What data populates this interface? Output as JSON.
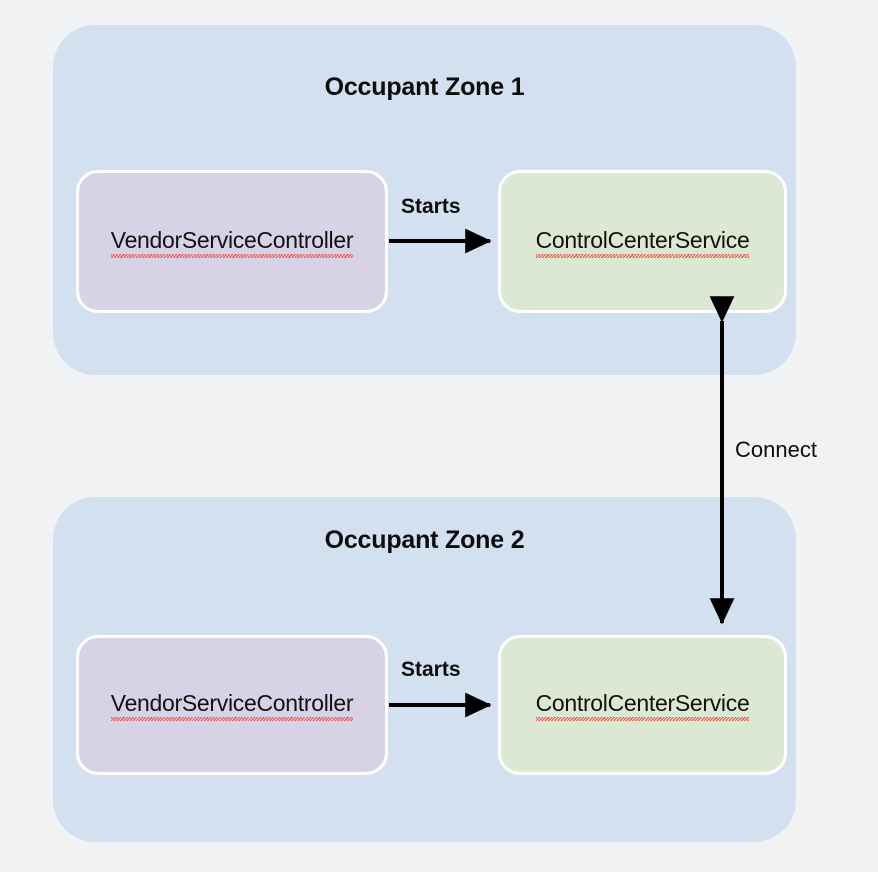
{
  "diagram": {
    "background_color": "#f1f2f4",
    "zone_color": "#d3e0f0",
    "controller_color": "#d8d2e6",
    "service_color": "#dce8d3",
    "arrow_color": "#000000",
    "spellcheck_underline_color": "#e8534b",
    "zones": [
      {
        "title": "Occupant Zone 1",
        "nodes": [
          {
            "label": "VendorServiceController",
            "type": "controller"
          },
          {
            "label": "ControlCenterService",
            "type": "service"
          }
        ],
        "edge_label": "Starts"
      },
      {
        "title": "Occupant Zone 2",
        "nodes": [
          {
            "label": "VendorServiceController",
            "type": "controller"
          },
          {
            "label": "ControlCenterService",
            "type": "service"
          }
        ],
        "edge_label": "Starts"
      }
    ],
    "cross_zone_edge": {
      "label": "Connect",
      "direction": "bidirectional"
    }
  }
}
